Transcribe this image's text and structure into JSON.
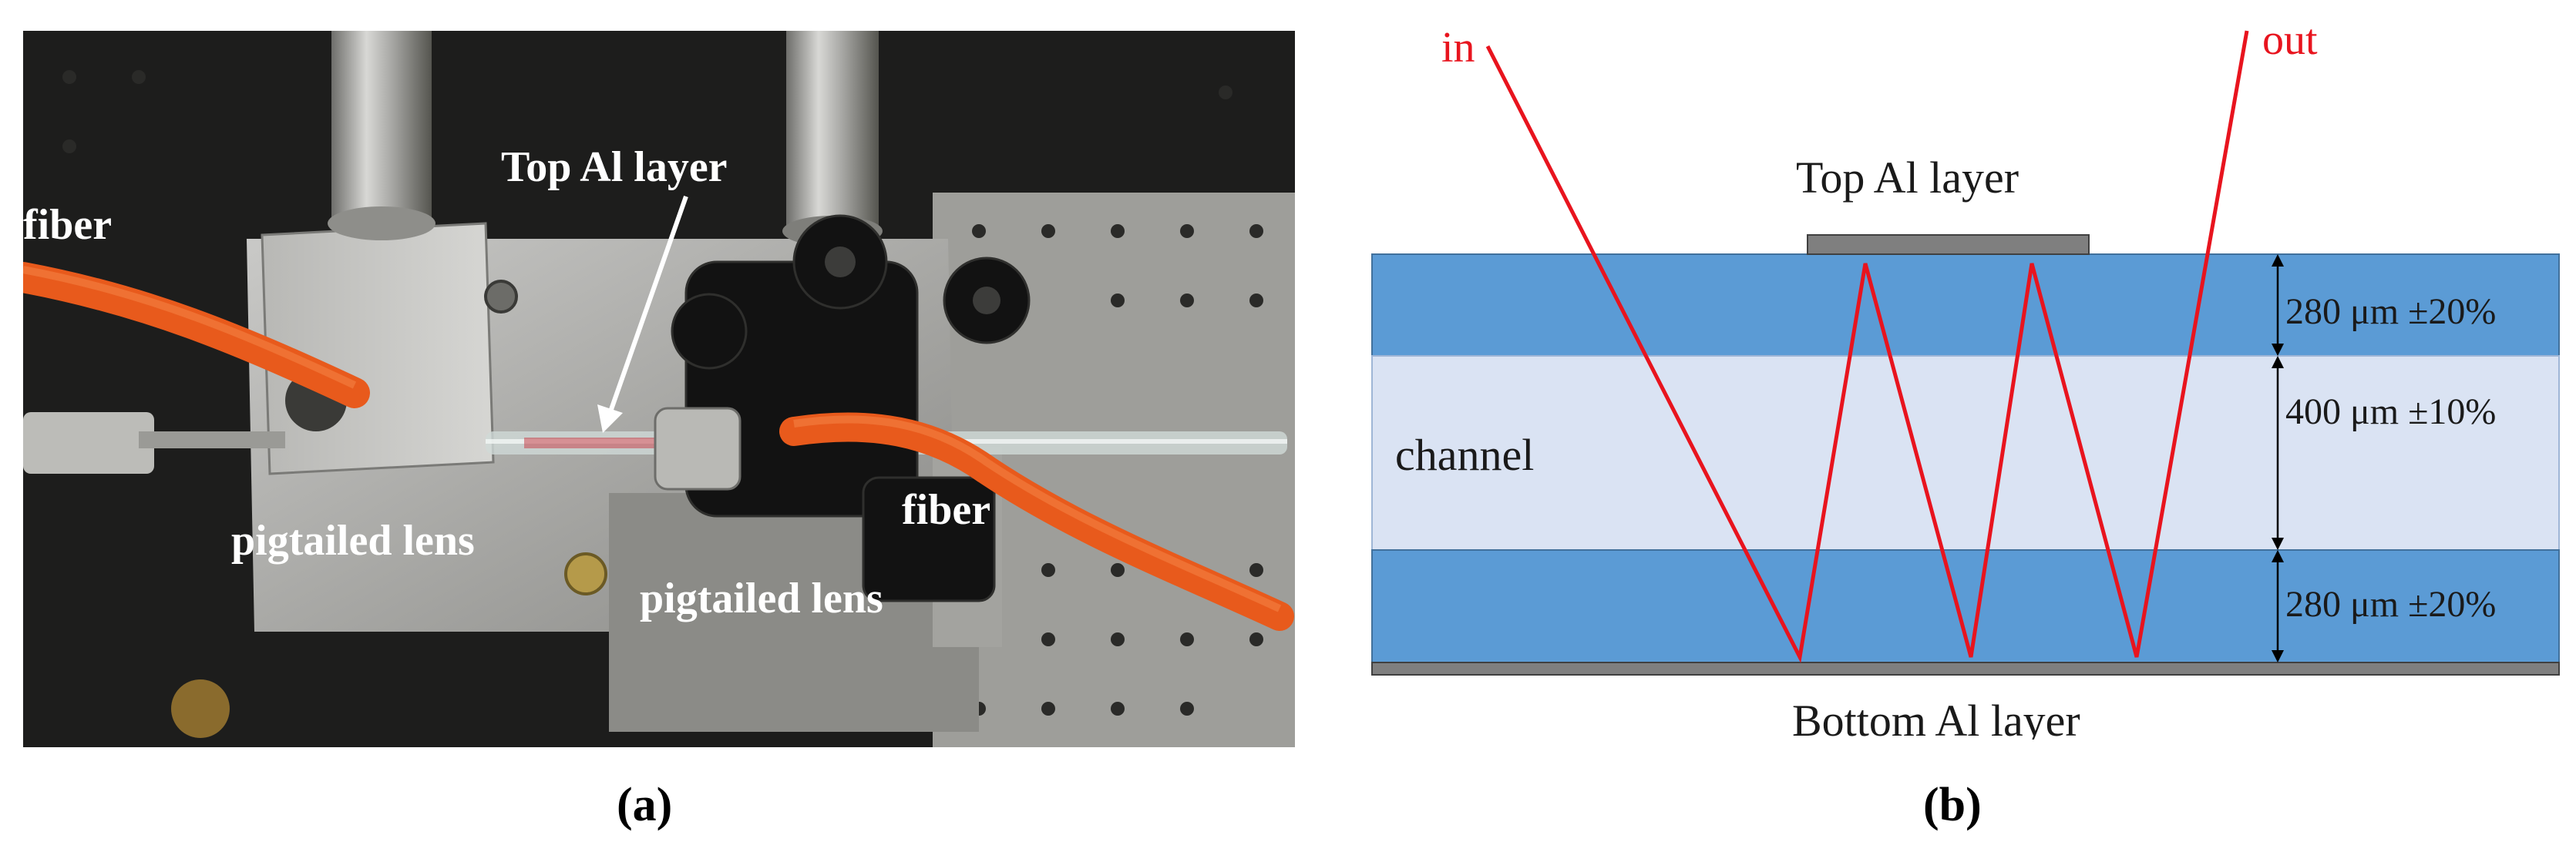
{
  "panel_a": {
    "labels": {
      "fiber_left": "fiber",
      "top_al_layer": "Top Al layer",
      "fiber_right": "fiber",
      "pigtailed_lens_left": "pigtailed lens",
      "pigtailed_lens_right": "pigtailed lens"
    },
    "caption": "(a)"
  },
  "panel_b": {
    "labels": {
      "in": "in",
      "out": "out",
      "top_al_layer": "Top Al layer",
      "bottom_al_layer": "Bottom Al layer",
      "channel": "channel"
    },
    "dimensions": {
      "top_layer": "280 μm ±20%",
      "channel": "400 μm ±10%",
      "bottom_layer": "280 μm ±20%"
    },
    "colors": {
      "glass_layer": "#5b9bd5",
      "channel": "#dae3f3",
      "al_layer": "#7f7f7f",
      "beam": "#e8141e"
    },
    "caption": "(b)"
  }
}
